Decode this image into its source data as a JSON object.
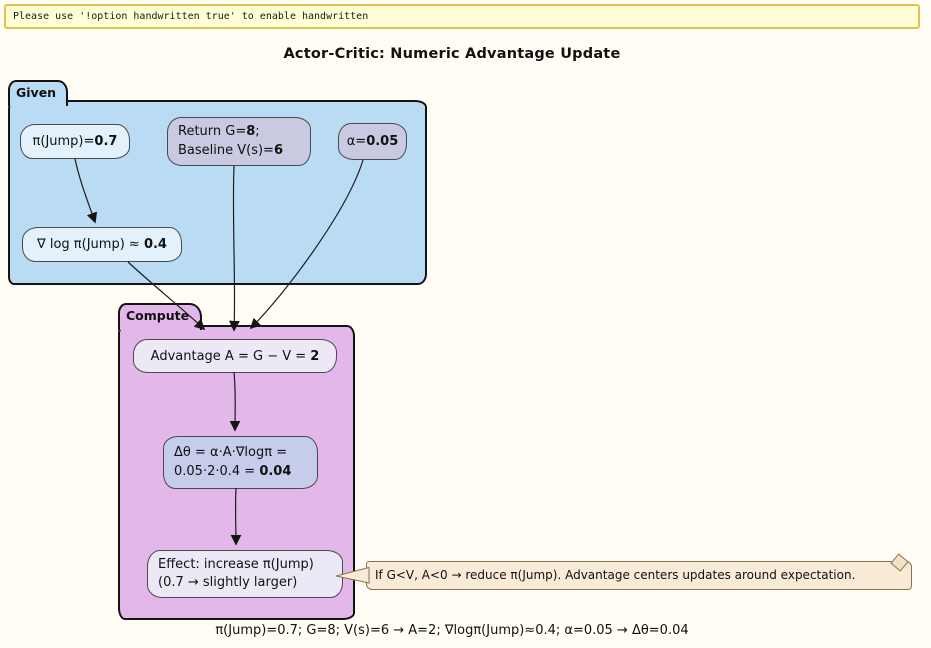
{
  "banner": {
    "text": "Please use '!option handwritten true' to enable handwritten"
  },
  "title": "Actor-Critic: Numeric Advantage Update",
  "clusters": [
    {
      "label": "Given"
    },
    {
      "label": "Compute"
    }
  ],
  "nodes": {
    "pi": {
      "pre": "π(Jump)=",
      "bold": "0.7"
    },
    "return_baseline": {
      "l1pre": "Return G=",
      "l1bold": "8",
      "l1post": ";",
      "l2pre": "Baseline V(s)=",
      "l2bold": "6"
    },
    "alpha": {
      "pre": "α=",
      "bold": "0.05"
    },
    "gradlog": {
      "pre": "∇ log π(Jump) ≈ ",
      "bold": "0.4"
    },
    "advantage": {
      "pre": "Advantage A = G − V = ",
      "bold": "2"
    },
    "delta_theta": {
      "l1": "Δθ = α·A·∇logπ =",
      "l2pre": "0.05·2·0.4 = ",
      "l2bold": "0.04"
    },
    "effect": {
      "l1": "Effect: increase π(Jump)",
      "l2": "(0.7 → slightly larger)"
    }
  },
  "note": {
    "text": "If G<V, A<0 → reduce π(Jump). Advantage centers updates around expectation."
  },
  "caption": "π(Jump)=0.7; G=8; V(s)=6 → A=2; ∇logπ(Jump)≈0.4; α=0.05 → Δθ=0.04",
  "colors": {
    "background": "#fffdf4",
    "banner_fill": "#ffffd6",
    "banner_border": "#e2c14c",
    "given_cluster_fill": "#badbf4",
    "compute_cluster_fill": "#e3b7e9",
    "node_light_blue": "#e2f1fc",
    "node_lavender": "#c9c9e2",
    "node_pale_lavender": "#ece8f6",
    "node_periwinkle": "#c6cdea",
    "note_fill": "#faebd7",
    "edge_stroke": "#1c1c1c"
  }
}
